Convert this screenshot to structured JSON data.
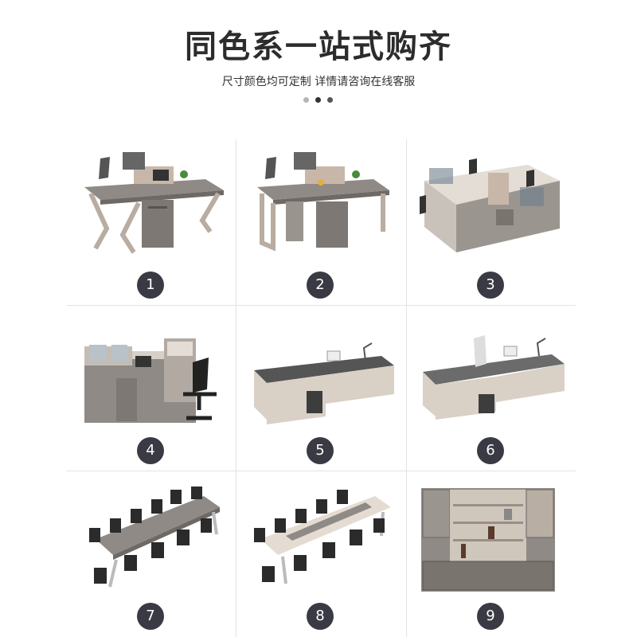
{
  "header": {
    "title": "同色系一站式购齐",
    "subtitle": "尺寸颜色均可定制 详情请咨询在线客服"
  },
  "carousel": {
    "dots": 3,
    "active_index": 1
  },
  "colors": {
    "badge": "#3a3a44",
    "divider": "#e3e3e3",
    "wood": "#8f8a85",
    "frame": "#b9aca0"
  },
  "products": [
    {
      "number": "1",
      "icon": "two-seat-desk-curved-legs"
    },
    {
      "number": "2",
      "icon": "two-seat-desk-square-legs"
    },
    {
      "number": "3",
      "icon": "cubicle-workstation-cluster"
    },
    {
      "number": "4",
      "icon": "l-shaped-desk-with-chair"
    },
    {
      "number": "5",
      "icon": "executive-desk"
    },
    {
      "number": "6",
      "icon": "executive-desk-with-chair"
    },
    {
      "number": "7",
      "icon": "conference-table-grey"
    },
    {
      "number": "8",
      "icon": "conference-table-white"
    },
    {
      "number": "9",
      "icon": "bookcase-cabinet"
    }
  ]
}
